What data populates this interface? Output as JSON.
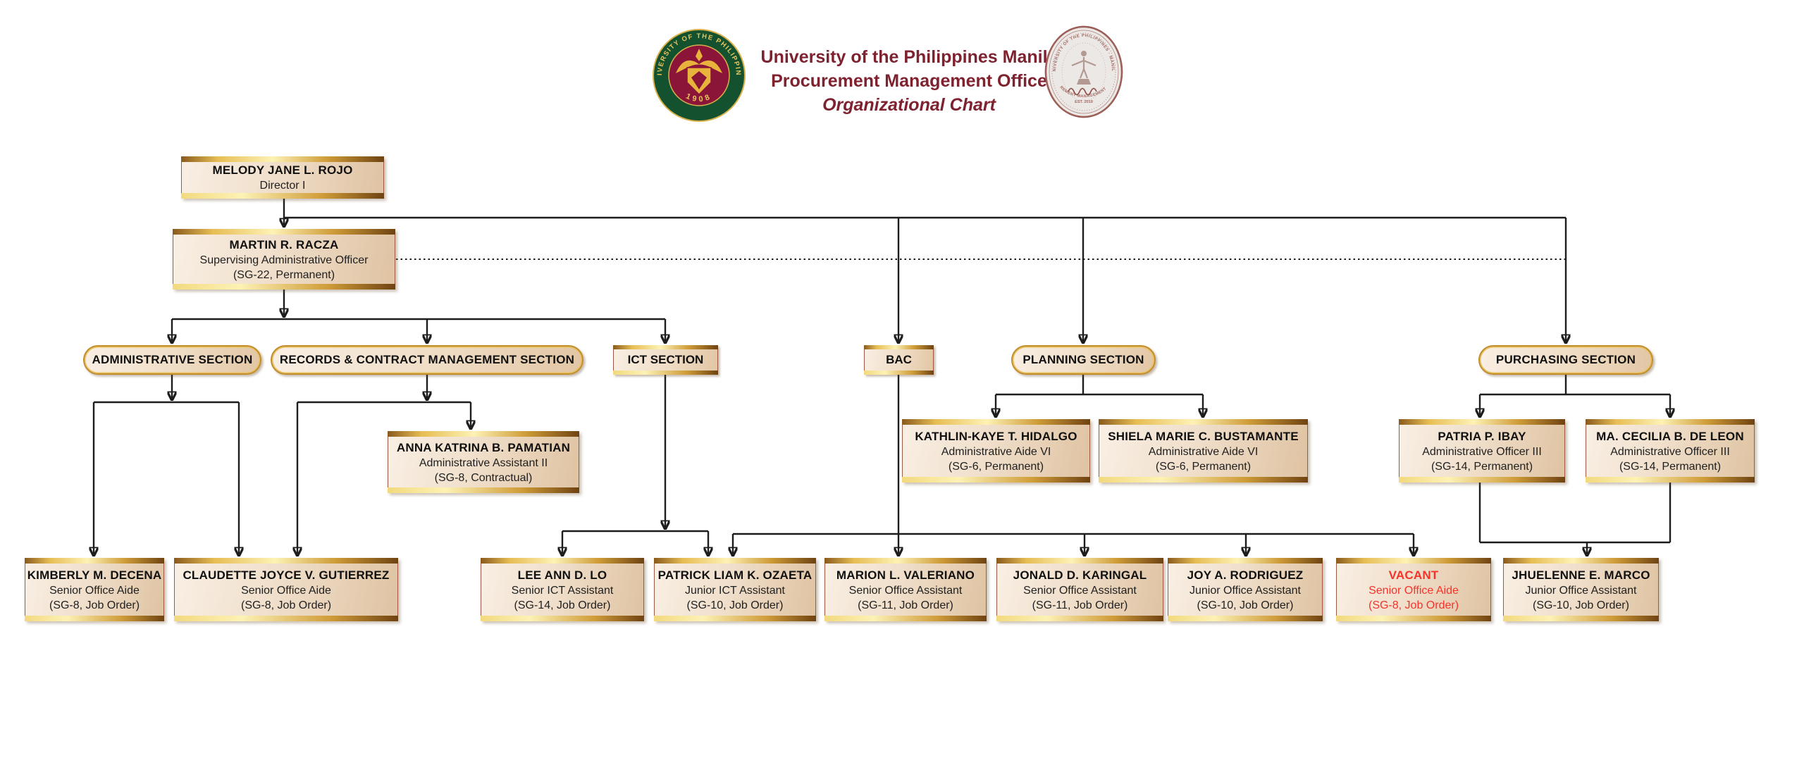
{
  "header": {
    "title_lines": [
      "University of the Philippines Manila",
      "Procurement Management Office",
      "Organizational Chart"
    ],
    "up_seal": {
      "arc_text": "UNIVERSITY OF THE PHILIPPINES",
      "year": "1908"
    },
    "pmo_seal": {
      "arc_top": "UNIVERSITY OF THE PHILIPPINES · MANILA",
      "arc_bottom": "PROCUREMENT MANAGEMENT OFFICE",
      "est": "EST. 2019"
    }
  },
  "sections": {
    "admin": {
      "label": "ADMINISTRATIVE SECTION"
    },
    "records": {
      "label": "RECORDS & CONTRACT MANAGEMENT SECTION"
    },
    "ict": {
      "label": "ICT SECTION"
    },
    "bac": {
      "label": "BAC"
    },
    "planning": {
      "label": "PLANNING SECTION"
    },
    "purchasing": {
      "label": "PURCHASING SECTION"
    }
  },
  "people": {
    "rojo": {
      "name": "MELODY JANE L. ROJO",
      "role": "Director I"
    },
    "racza": {
      "name": "MARTIN R. RACZA",
      "role": "Supervising Administrative Officer",
      "detail": "(SG-22, Permanent)"
    },
    "pamatian": {
      "name": "ANNA KATRINA B. PAMATIAN",
      "role": "Administrative Assistant II",
      "detail": "(SG-8, Contractual)"
    },
    "kathlin": {
      "name": "KATHLIN-KAYE T. HIDALGO",
      "role": "Administrative Aide VI",
      "detail": "(SG-6, Permanent)"
    },
    "shiela": {
      "name": "SHIELA MARIE C. BUSTAMANTE",
      "role": "Administrative Aide VI",
      "detail": "(SG-6, Permanent)"
    },
    "patria": {
      "name": "PATRIA P. IBAY",
      "role": "Administrative Officer III",
      "detail": "(SG-14, Permanent)"
    },
    "cecilia": {
      "name": "MA. CECILIA B. DE LEON",
      "role": "Administrative Officer III",
      "detail": "(SG-14, Permanent)"
    },
    "kimberly": {
      "name": "KIMBERLY M. DECENA",
      "role": "Senior Office Aide",
      "detail": "(SG-8, Job Order)"
    },
    "claudette": {
      "name": "CLAUDETTE JOYCE V. GUTIERREZ",
      "role": "Senior Office Aide",
      "detail": "(SG-8, Job Order)"
    },
    "leeann": {
      "name": "LEE ANN D. LO",
      "role": "Senior ICT Assistant",
      "detail": "(SG-14, Job Order)"
    },
    "patrick": {
      "name": "PATRICK LIAM K. OZAETA",
      "role": "Junior ICT Assistant",
      "detail": "(SG-10, Job Order)"
    },
    "marion": {
      "name": "MARION L. VALERIANO",
      "role": "Senior Office Assistant",
      "detail": "(SG-11, Job Order)"
    },
    "jonald": {
      "name": "JONALD D. KARINGAL",
      "role": "Senior Office Assistant",
      "detail": "(SG-11, Job Order)"
    },
    "joy": {
      "name": "JOY A. RODRIGUEZ",
      "role": "Junior Office Assistant",
      "detail": "(SG-10, Job Order)"
    },
    "vacant": {
      "name": "VACANT",
      "role": "Senior Office Aide",
      "detail": "(SG-8, Job Order)"
    },
    "jhuelenne": {
      "name": "JHUELENNE E. MARCO",
      "role": "Junior Office Assistant",
      "detail": "(SG-10, Job Order)"
    }
  },
  "org_edges": {
    "MELODY JANE L. ROJO": [
      "MARTIN R. RACZA",
      "BAC",
      "PLANNING SECTION",
      "PURCHASING SECTION"
    ],
    "MARTIN R. RACZA": [
      "ADMINISTRATIVE SECTION",
      "RECORDS & CONTRACT MANAGEMENT SECTION",
      "ICT SECTION"
    ],
    "MARTIN R. RACZA (dotted coordination line)": [
      "BAC",
      "PLANNING SECTION",
      "PURCHASING SECTION"
    ],
    "ADMINISTRATIVE SECTION": [
      "KIMBERLY M. DECENA",
      "CLAUDETTE JOYCE V. GUTIERREZ"
    ],
    "RECORDS & CONTRACT MANAGEMENT SECTION": [
      "CLAUDETTE JOYCE V. GUTIERREZ",
      "ANNA KATRINA B. PAMATIAN"
    ],
    "ICT SECTION": [
      "LEE ANN D. LO",
      "PATRICK LIAM K. OZAETA"
    ],
    "BAC": [
      "PATRICK LIAM K. OZAETA",
      "MARION L. VALERIANO",
      "JONALD D. KARINGAL",
      "JOY A. RODRIGUEZ",
      "VACANT"
    ],
    "PLANNING SECTION": [
      "KATHLIN-KAYE T. HIDALGO",
      "SHIELA MARIE C. BUSTAMANTE"
    ],
    "PURCHASING SECTION": [
      "PATRIA P. IBAY",
      "MA. CECILIA B. DE LEON"
    ],
    "PATRIA P. IBAY & MA. CECILIA B. DE LEON": [
      "JHUELENNE E. MARCO"
    ]
  },
  "colors": {
    "maroon_title": "#7e2230",
    "gold": "#cf9c38",
    "box_background": "#f0dfcb",
    "box_border": "#a05a43",
    "line": "#1d1d1d",
    "vacant_red": "#f5332b",
    "seal_green": "#14512e",
    "seal_maroon": "#8a1538"
  }
}
